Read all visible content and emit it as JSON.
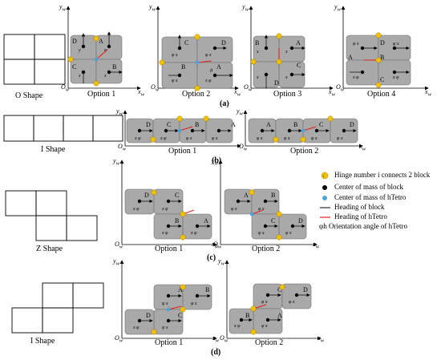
{
  "shapes": {
    "o": "O Shape",
    "i1": "I Shape",
    "z": "Z Shape",
    "i2": "I Shape"
  },
  "options": {
    "o1": "Option 1",
    "o2": "Option 2",
    "o3": "Option 3",
    "o4": "Option 4",
    "i1": "Option 1",
    "i2": "Option 2",
    "z1": "Option 1",
    "z2": "Option 2",
    "l1": "Option 1",
    "l2": "Option 2"
  },
  "panels": {
    "a": "(a)",
    "b": "(b)",
    "c": "(c)",
    "d": "(d)"
  },
  "axes": {
    "y": "y",
    "x": "x",
    "sub": "w",
    "o": "O",
    "osub": "w"
  },
  "legend": {
    "hinge": "Hinge number i connects 2 block",
    "com_block": "Center of mass of block",
    "com_htetro": "Center of mass of hTetro",
    "heading_block": "Heading of block",
    "heading_htetro": "Heading of hTetro",
    "orientation": "φh Orientation angle of hTetro",
    "hinge_icon_label": "i"
  },
  "colors": {
    "block": "#a9a9a9",
    "hinge": "#f2c200",
    "htetro_com": "#4fa3d8",
    "heading_htetro": "#e02020"
  }
}
